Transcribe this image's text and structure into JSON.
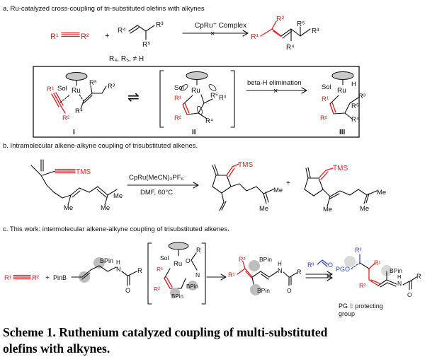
{
  "part_a": {
    "heading": "a. Ru-catalyzed cross-coupling of tri-substituted olefins with alkynes",
    "alkyne_r1": "R¹",
    "alkyne_r2": "R²",
    "plus": "+",
    "olefin_r4": "R⁴",
    "olefin_r3": "R³",
    "olefin_r5": "R⁵",
    "reagent": "CpRu⁺ Complex",
    "cross": "×",
    "product_r1": "R¹",
    "product_r2": "R²",
    "product_r5": "R⁵",
    "product_r3": "R³",
    "product_r4": "R⁴",
    "condition_note": "R₄, R₅, ≠ H"
  },
  "mechanism": {
    "i": {
      "sol": "Sol",
      "ru": "Ru",
      "r1": "R¹",
      "r2": "R²",
      "r3": "R³",
      "r4": "R⁴",
      "r5": "R⁵",
      "label": "I"
    },
    "ii": {
      "sol": "Sol",
      "ru": "Ru",
      "r1": "R¹",
      "r2": "R²",
      "r3": "R³",
      "r4": "R⁴",
      "r5": "R⁵",
      "label": "II"
    },
    "iii": {
      "sol": "Sol",
      "ru": "Ru",
      "h": "H",
      "r1": "R¹",
      "r2": "R²",
      "r3": "R³",
      "r4": "R⁴",
      "r5": "R⁵",
      "label": "III"
    },
    "equilibrium": "⇌",
    "step": "beta-H elimination",
    "cross": "×"
  },
  "part_b": {
    "heading": "b. Intramolecular alkene-alkyne coupling of trisubstituted alkenes.",
    "tms": "TMS",
    "me": "Me",
    "reagent": "CpRu(MeCN)₃PF₆",
    "conditions": "DMF, 60°C",
    "plus": "+"
  },
  "part_c": {
    "heading": "c. This work: intermolecular alkene-alkyne coupling of trisubstituted alkenes.",
    "r1": "R¹",
    "r2": "R²",
    "r3": "R³",
    "r": "R",
    "plus": "+",
    "pinb": "PinB",
    "bpin": "BPin",
    "n": "N",
    "h": "H",
    "o": "O",
    "sol": "Sol",
    "ru": "Ru",
    "pgo": "PGO",
    "pg_note_1": "PG = protecting",
    "pg_note_2": "group"
  },
  "caption": {
    "line1": "Scheme 1. Ruthenium catalyzed coupling of multi-substituted",
    "line2": "olefins with alkynes."
  }
}
